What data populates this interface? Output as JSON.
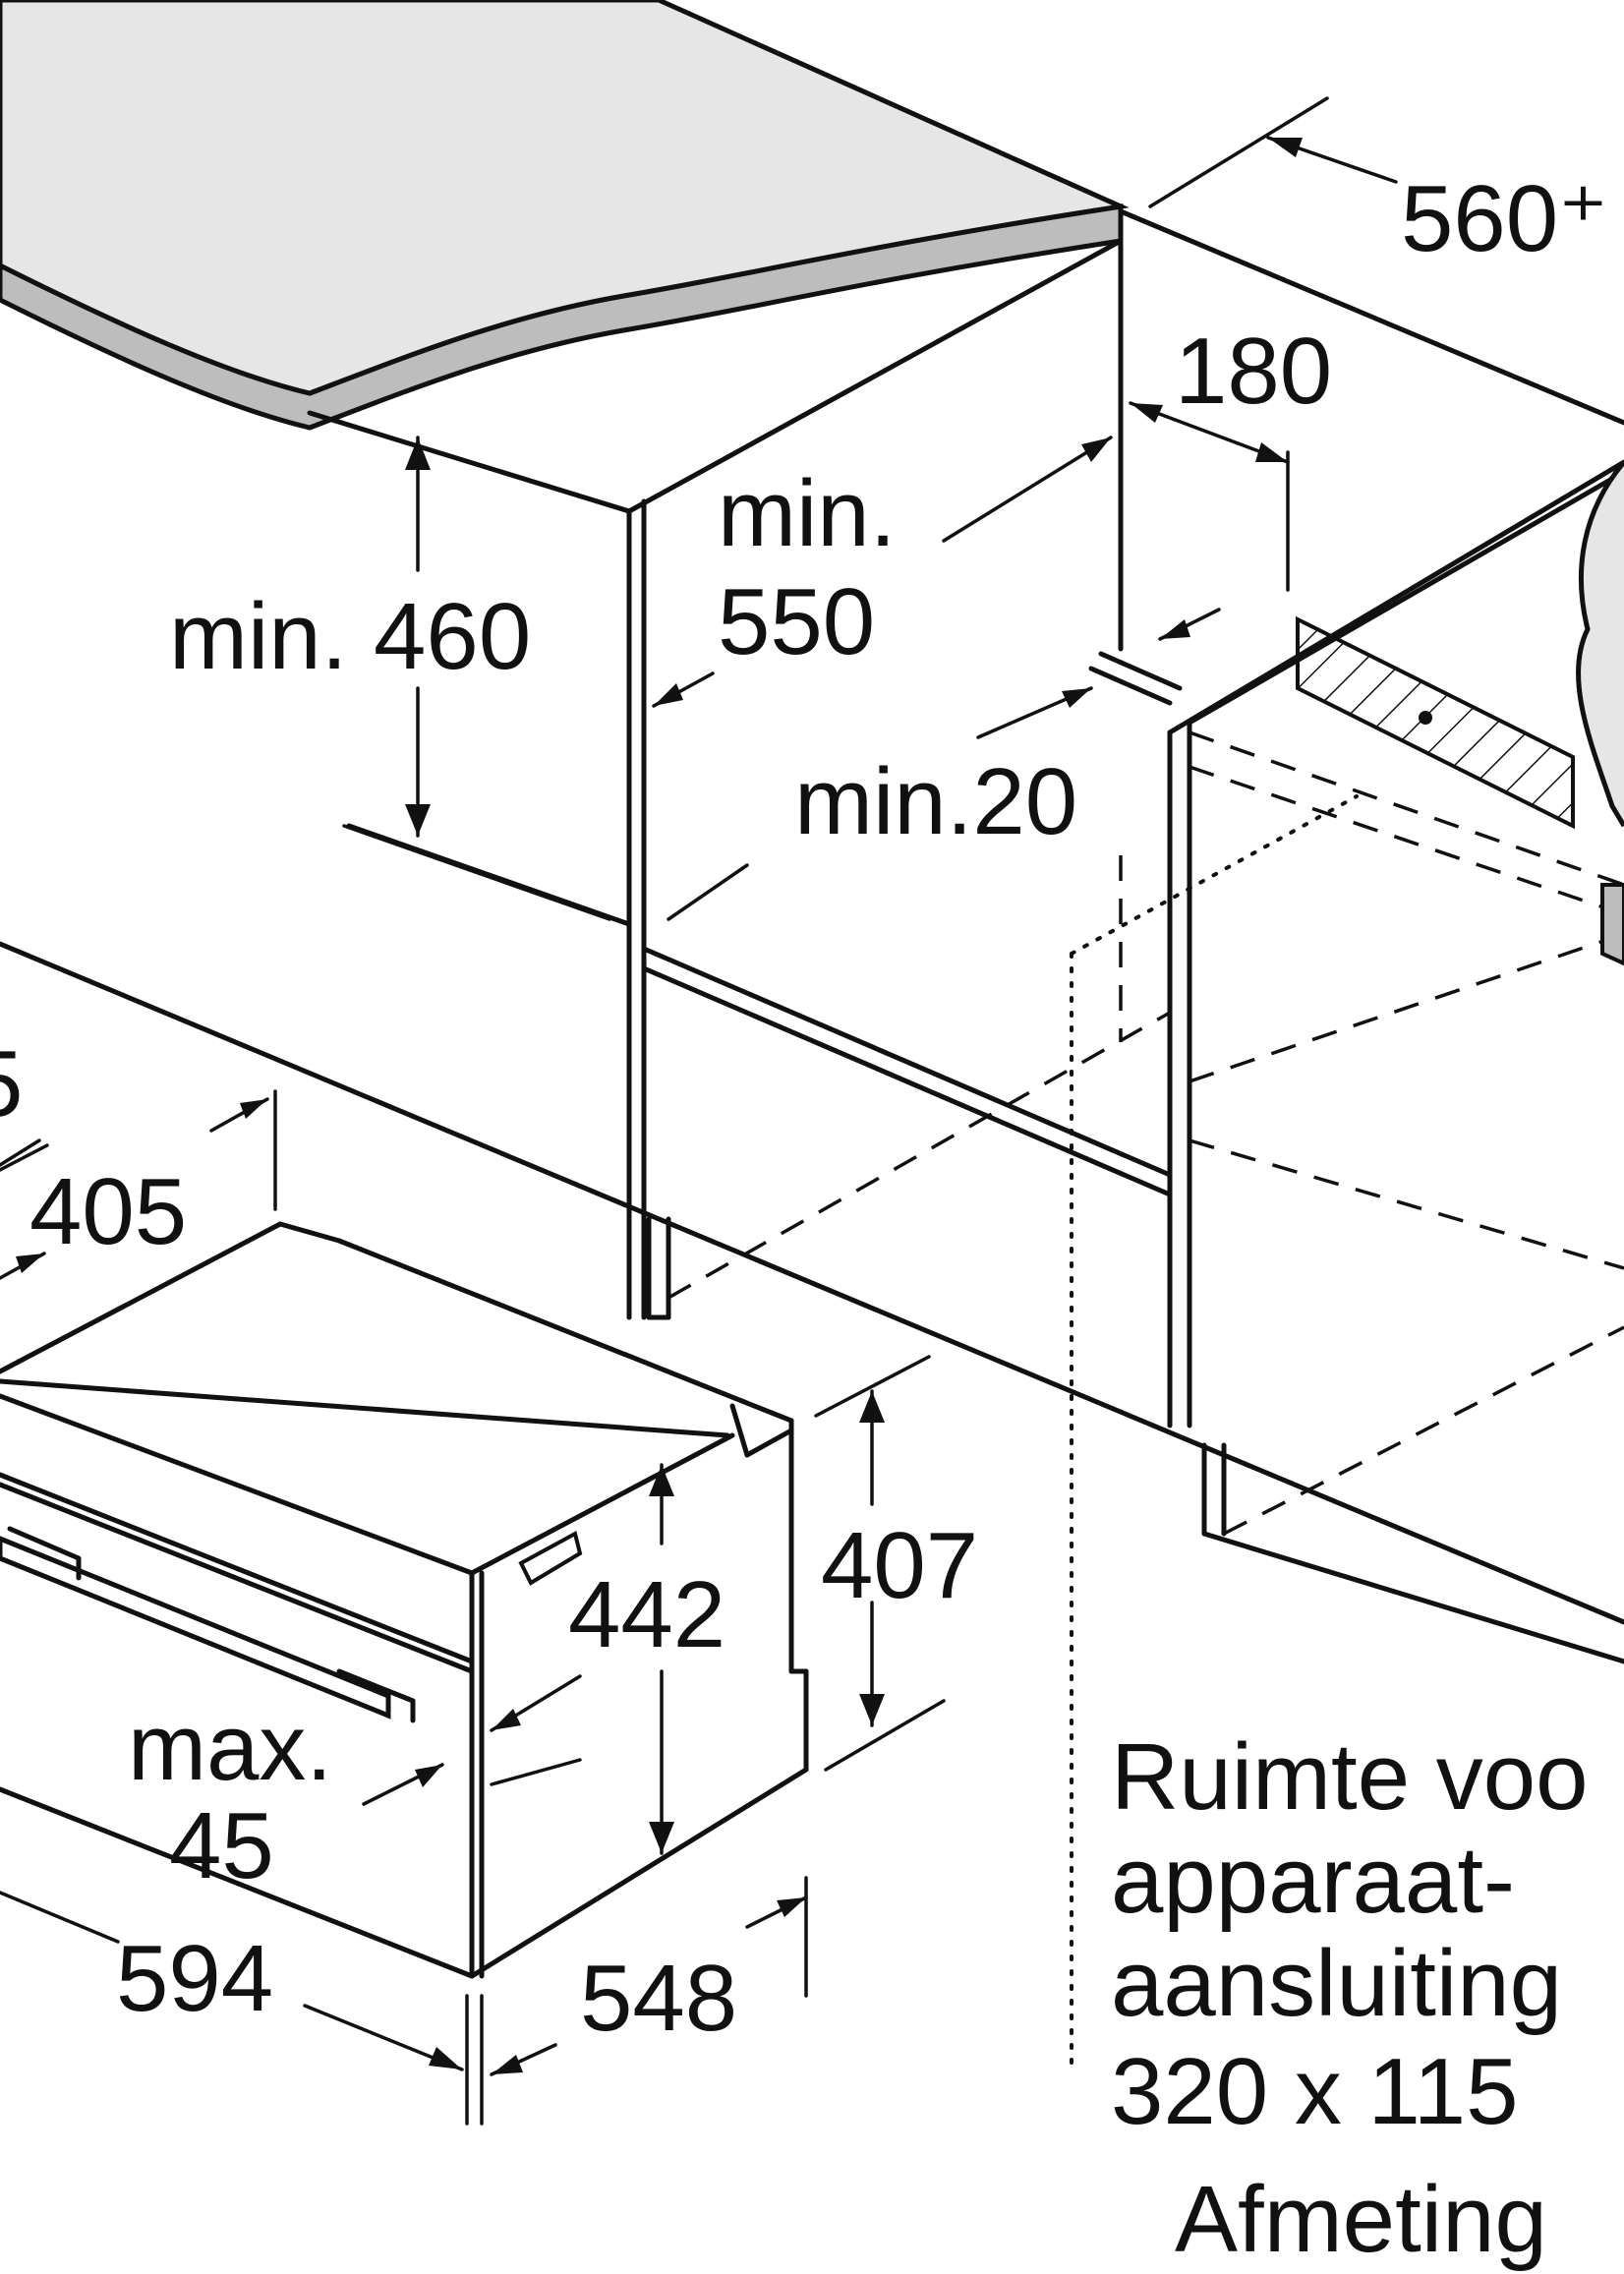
{
  "colors": {
    "line": "#111111",
    "background": "#ffffff",
    "worktop": "#e6e6e6"
  },
  "labels": {
    "d560": "560⁺",
    "d180": "180",
    "min550_a": "min.",
    "min550_b": "550",
    "min460": "min. 460",
    "min20": "min.20",
    "d5": "5",
    "d405": "405",
    "d407": "407",
    "d442": "442",
    "max45_a": "max.",
    "max45_b": "45",
    "d594": "594",
    "d548": "548",
    "note_1": "Ruimte voo",
    "note_2": "apparaat-",
    "note_3": "aansluiting",
    "note_4": "320 x 115",
    "note_5": "Afmeting"
  }
}
